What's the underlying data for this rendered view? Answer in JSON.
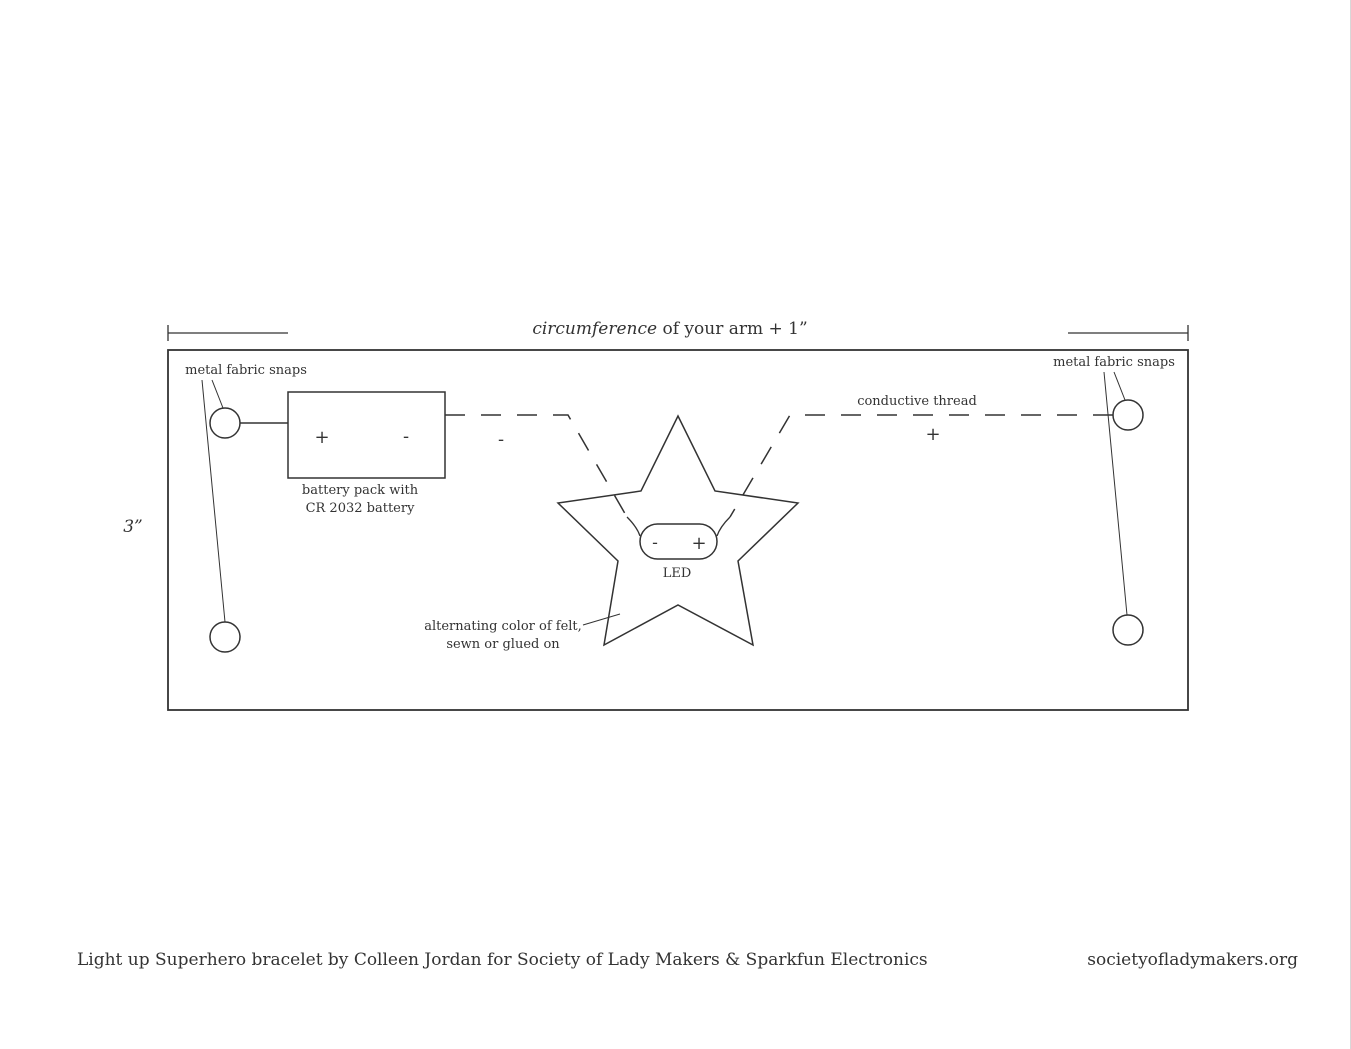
{
  "dimension": {
    "width_label_italic": "circumference",
    "width_label_rest": " of your arm + 1”",
    "height_label": "3”"
  },
  "labels": {
    "snaps_left": "metal fabric snaps",
    "snaps_right": "metal fabric snaps",
    "battery_line1": "battery pack with",
    "battery_line2": "CR 2032 battery",
    "battery_plus": "+",
    "battery_minus": "-",
    "thread": "conductive thread",
    "thread_minus": "-",
    "thread_plus": "+",
    "led": "LED",
    "led_minus": "-",
    "led_plus": "+",
    "felt_line1": "alternating color of felt,",
    "felt_line2": "sewn or glued on"
  },
  "footer": {
    "credit": "Light up Superhero bracelet by Colleen Jordan for Society of Lady Makers & Sparkfun Electronics",
    "website": "societyofladymakers.org"
  },
  "colors": {
    "stroke": "#333333",
    "background": "#ffffff"
  }
}
